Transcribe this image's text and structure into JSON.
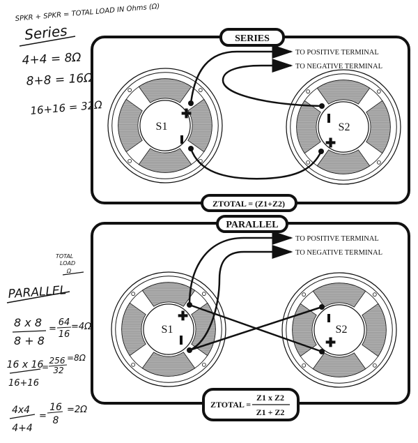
{
  "notes": {
    "header": "SPKR + SPKR = TOTAL LOAD IN Ohms (Ω)",
    "series_title": "Series",
    "series_lines": [
      "4+4 = 8Ω",
      "8+8 = 16Ω",
      "16+16 = 32Ω"
    ],
    "total_load_label_1": "TOTAL",
    "total_load_label_2": "LOAD",
    "total_load_label_3": "Ω",
    "parallel_title": "PARALLEL",
    "parallel_lines": [
      {
        "num": "8 x 8",
        "den": "8 + 8",
        "mid_num": "64",
        "mid_den": "16",
        "result": "=4Ω"
      },
      {
        "num": "16 x 16",
        "den": "16+16",
        "mid_num": "256",
        "mid_den": "32",
        "result": "=8Ω"
      },
      {
        "num": "4x4",
        "den": "4+4",
        "mid_num": "16",
        "mid_den": "8",
        "result": "=2Ω"
      }
    ]
  },
  "series_panel": {
    "title": "SERIES",
    "to_positive": "TO POSITIVE TERMINAL",
    "to_negative": "TO NEGATIVE TERMINAL",
    "speaker1": "S1",
    "speaker2": "S2",
    "formula": "ZTOTAL = (Z1+Z2)"
  },
  "parallel_panel": {
    "title": "PARALLEL",
    "to_positive": "TO POSITIVE TERMINAL",
    "to_negative": "TO NEGATIVE TERMINAL",
    "speaker1": "S1",
    "speaker2": "S2",
    "formula_left": "ZTOTAL =",
    "formula_num": "Z1 x Z2",
    "formula_den": "Z1 + Z2"
  },
  "colors": {
    "ink": "#111111",
    "cone_fill": "#a8a8a8",
    "paper": "#ffffff"
  }
}
